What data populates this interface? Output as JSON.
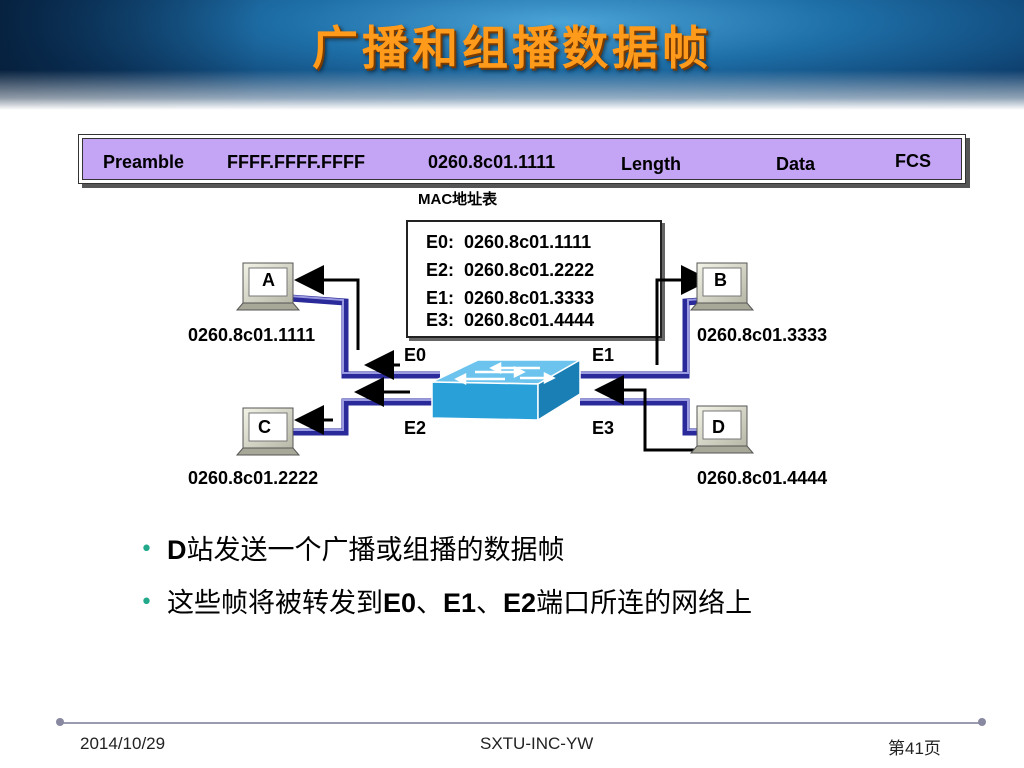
{
  "slide": {
    "title": "广播和组播数据帧",
    "frame": {
      "preamble": "Preamble",
      "dest": "FFFF.FFFF.FFFF",
      "src": "0260.8c01.1111",
      "length": "Length",
      "data": "Data",
      "fcs": "FCS"
    },
    "mac_table_title": "MAC地址表",
    "mac_table": [
      "E0:  0260.8c01.1111",
      "E2:  0260.8c01.2222",
      "E1:  0260.8c01.3333",
      "E3:  0260.8c01.4444"
    ],
    "stations": {
      "a": {
        "name": "A",
        "mac": "0260.8c01.1111"
      },
      "b": {
        "name": "B",
        "mac": "0260.8c01.3333"
      },
      "c": {
        "name": "C",
        "mac": "0260.8c01.2222"
      },
      "d": {
        "name": "D",
        "mac": "0260.8c01.4444"
      }
    },
    "ports": {
      "e0": "E0",
      "e1": "E1",
      "e2": "E2",
      "e3": "E3"
    },
    "bullets": [
      {
        "bold": "D",
        "text": "站发送一个广播或组播的数据帧"
      },
      {
        "pre": "这些帧将被转发到",
        "bold": "E0",
        "mid1": "、",
        "bold2": "E1",
        "mid2": "、",
        "bold3": "E2",
        "post": "端口所连的网络上"
      }
    ],
    "footer": {
      "date": "2014/10/29",
      "org": "SXTU-INC-YW",
      "page": "第41页"
    }
  },
  "colors": {
    "title": "#ff9a1a",
    "frame": "#c4a4f4",
    "link": "#2a2a9a",
    "switch": "#2aa0d8",
    "bullet": "#22a88a"
  }
}
